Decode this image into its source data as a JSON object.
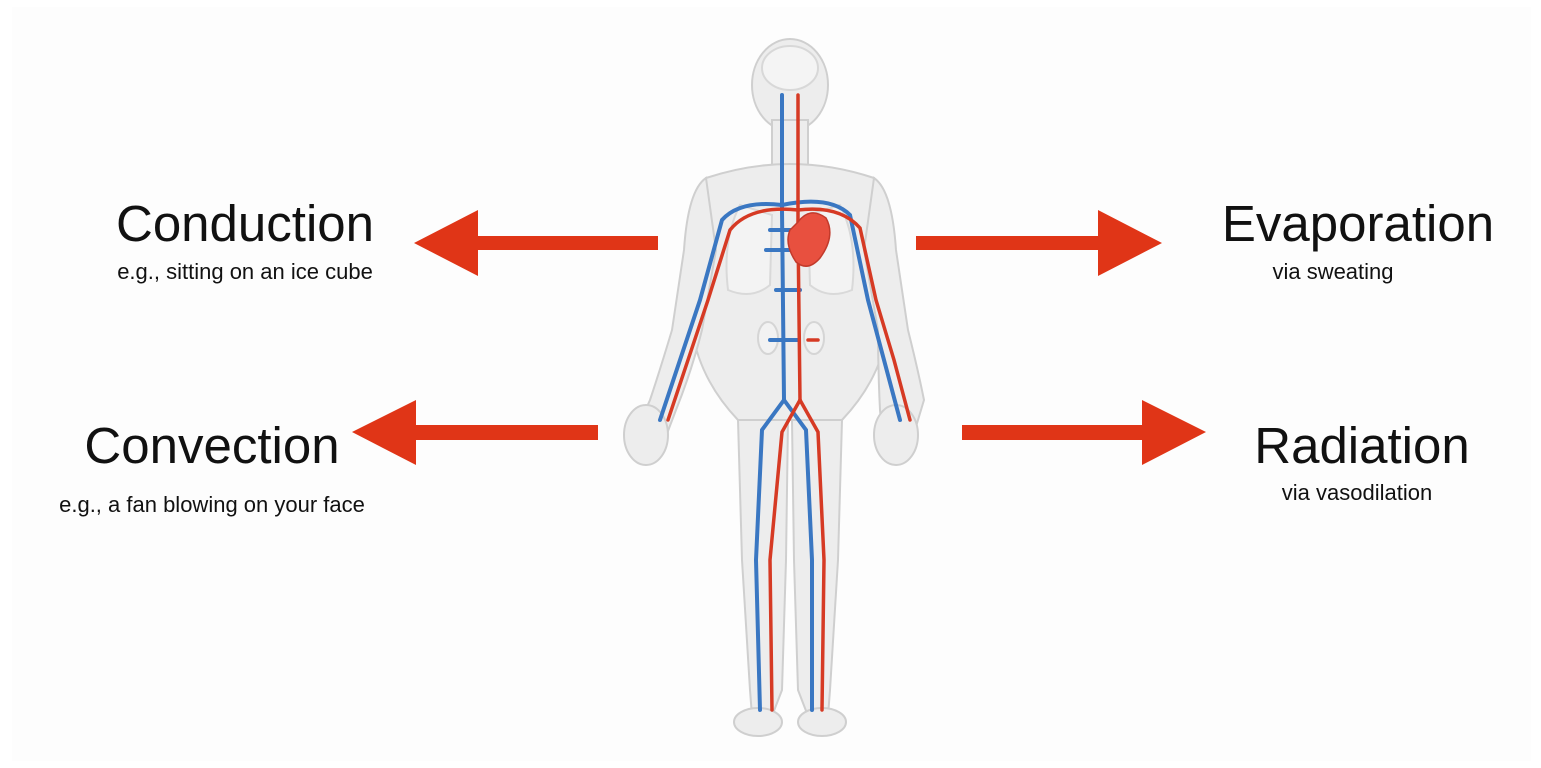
{
  "mechanisms": [
    {
      "title": "Conduction",
      "example": "e.g., sitting on an ice cube"
    },
    {
      "title": "Convection",
      "example": "e.g., a fan blowing on your face"
    },
    {
      "title": "Evaporation",
      "example": "via sweating"
    },
    {
      "title": "Radiation",
      "example": "via vasodilation"
    }
  ],
  "colors": {
    "arrow": "#e03517",
    "artery": "#d63a24",
    "vein": "#3a77c2",
    "body_fill": "#ededed",
    "body_outline": "#cfcfcf",
    "heart": "#e8503f"
  },
  "figure": {
    "subject": "human body circulatory system"
  }
}
